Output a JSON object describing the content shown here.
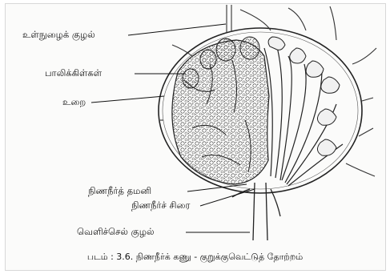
{
  "labels": {
    "inner_duct": "உள்நுழைக் குழல்",
    "follicles": "பாலிக்கிள்கள்",
    "capsule": "உறை",
    "lymph_artery": "நிணநீர்த் தமனி",
    "lymph_vein": "நிணநீர்ச் சிரை",
    "outer_duct": "வெளிச்செல் குழல்"
  },
  "caption": "படம் : 3.6. நிணநீர்க் கணு - குறுக்குவெட்டுத் தோற்றம்"
}
